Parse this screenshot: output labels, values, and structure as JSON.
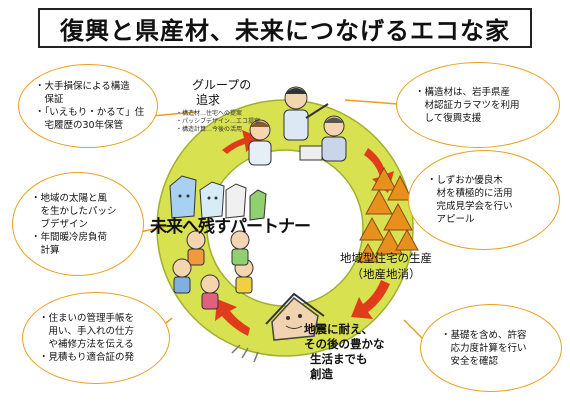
{
  "title": "復興と県産材、未来につなげるエコな家",
  "ring": {
    "group_label": [
      "グループの",
      "追求"
    ],
    "group_notes": [
      "・構造材…住宅への提案",
      "・パッシブデザイン…エコ提案",
      "・構造計算…今後の活用"
    ],
    "partner_label": "未来へ残すパートナー",
    "stage_local": [
      "地域型住宅の生産",
      "（地産地消）"
    ],
    "stage_disaster": [
      "地震に耐え、",
      "その後の豊かな",
      "生活までも",
      "創造"
    ]
  },
  "bubbles": {
    "top_left": [
      "・大手損保による構造",
      "　保証",
      "・「いえもり・かるて」住",
      "　宅履歴の30年保管"
    ],
    "mid_left": [
      "・地域の太陽と風",
      "　を生かしたパッシ",
      "　ブデザイン",
      "・年間暖冷房負荷",
      "　計算"
    ],
    "bottom_left": [
      "・住まいの管理手帳を",
      "　用い、手入れの仕方",
      "　や補修方法を伝える",
      "・見積もり適合証の発"
    ],
    "top_right": [
      "・構造材は、岩手県産",
      "　材認証カラマツを利用",
      "　して復興支援"
    ],
    "mid_right": [
      "・しずおか優良木",
      "　材を積極的に活用",
      "　完成見学会を行い",
      "　アピール"
    ],
    "bottom_right": [
      "・基礎を含め、許容",
      "　応力度計算を行い",
      "　安全を確認"
    ]
  },
  "colors": {
    "ring": "#d4e04a",
    "arrow": "#e03c1c",
    "bubble_border": "#e8a020",
    "tree": "#e8901c"
  }
}
